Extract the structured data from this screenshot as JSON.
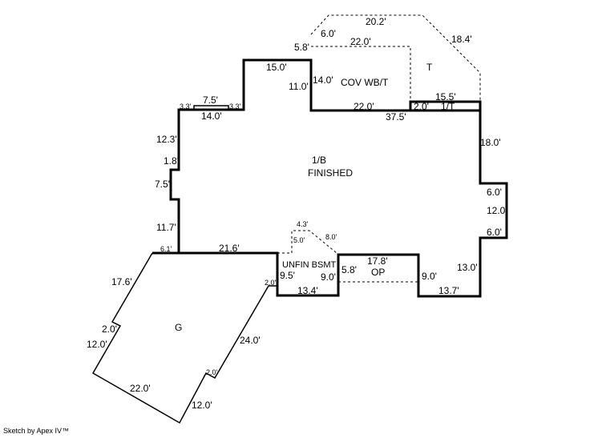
{
  "areas": {
    "main": [
      "1/B",
      "FINISHED"
    ],
    "covered": "COV WB/T",
    "terrace": "T",
    "strip": "1/T",
    "unfin": "UNFIN BSMT",
    "porch": "OP",
    "garage": "G"
  },
  "dimensions": {
    "d20_2": "20.2'",
    "d6_0_top": "6.0'",
    "d18_4": "18.4'",
    "d5_8_top": "5.8'",
    "d22_0_top": "22.0'",
    "d15_0": "15.0'",
    "d14_0_cov": "14.0'",
    "d11_0": "11.0'",
    "d22_0_cov": "22.0'",
    "d15_5": "15.5'",
    "d2_0_strip": "2.0'",
    "d37_5": "37.5'",
    "d7_5_top": "7.5'",
    "d3_3_l": "3.3'",
    "d3_3_r": "3.3'",
    "d14_0_top": "14.0'",
    "d12_3": "12.3'",
    "d1_8": "1.8'",
    "d7_5_left": "7.5'",
    "d11_7": "11.7'",
    "d6_1": "6.1'",
    "d21_6": "21.6'",
    "d18_0": "18.0'",
    "d6_0_r1": "6.0'",
    "d12_0_r": "12.0'",
    "d6_0_r2": "6.0'",
    "d13_0": "13.0'",
    "d13_7": "13.7'",
    "d9_0_op_r": "9.0'",
    "d17_8": "17.8'",
    "d5_8_op": "5.8'",
    "d9_0_unf": "9.0'",
    "d9_5": "9.5'",
    "d13_4": "13.4'",
    "d4_3": "4.3'",
    "d5_0": "5.0'",
    "d8_0": "8.0'",
    "d2_0_g_r": "2.0'",
    "d17_6": "17.6'",
    "d2_0_g_l": "2.0'",
    "d12_0_g_l": "12.0'",
    "d24_0": "24.0'",
    "d2_0_g_b": "2.0'",
    "d22_0_g": "22.0'",
    "d12_0_g_b": "12.0'"
  },
  "footer": "Sketch by Apex IV™"
}
